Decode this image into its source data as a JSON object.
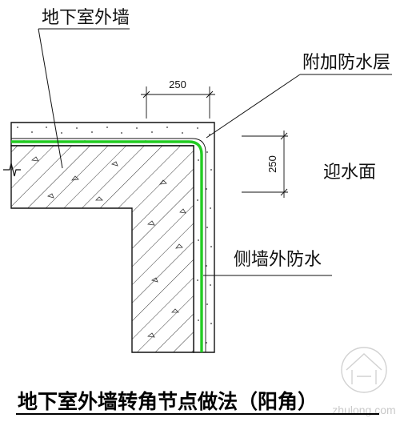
{
  "labels": {
    "wall": "地下室外墙",
    "extra_waterproof": "附加防水层",
    "water_face": "迎水面",
    "side_wall_waterproof": "侧墙外防水"
  },
  "dimensions": {
    "horizontal": "250",
    "vertical": "250"
  },
  "title": "地下室外墙转角节点做法（阳角）",
  "watermark": {
    "site": "zhulong.com"
  },
  "colors": {
    "line": "#111111",
    "membrane": "#22cc22",
    "watermark": "#c9c9c9"
  }
}
